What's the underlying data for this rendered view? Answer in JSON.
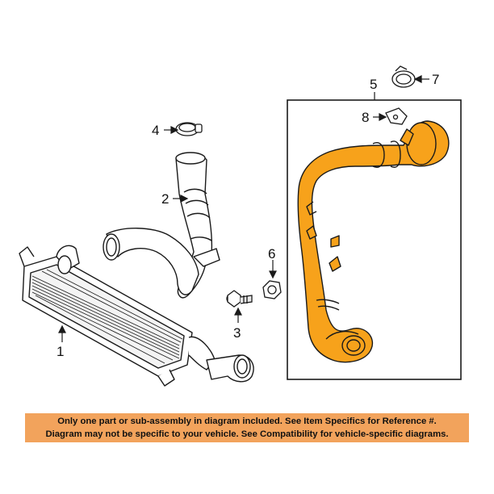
{
  "diagram": {
    "callouts": [
      "1",
      "2",
      "3",
      "4",
      "5",
      "6",
      "7",
      "8"
    ],
    "highlight_color": "#f7a21b",
    "line_color": "#1a1a1a"
  },
  "banner": {
    "line1": "Only one part or sub-assembly in diagram included. See Item Specifics for Reference #.",
    "line2": "Diagram may not be specific to your vehicle. See Compatibility for vehicle-specific diagrams.",
    "background": "#f2a35c"
  }
}
